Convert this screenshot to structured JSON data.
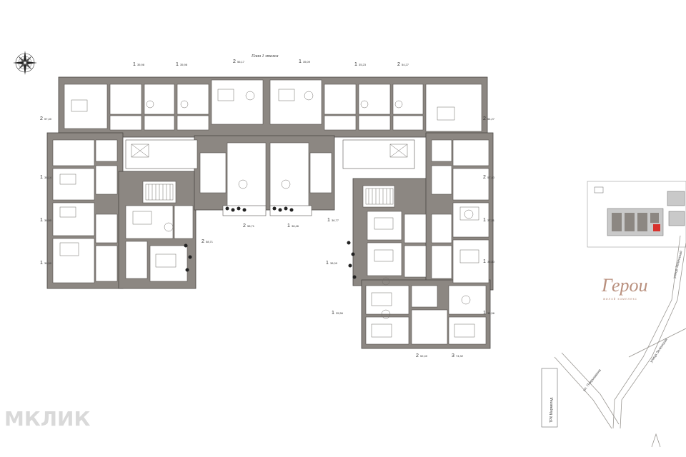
{
  "plan_title": "План 1 этажа",
  "logo": {
    "name": "Герои",
    "subtitle": "жилой комплекс"
  },
  "streets": [
    "ул. Покрышкина",
    "улица Зеленская",
    "улица Зеленская"
  ],
  "mall_label": "ТРК Мармелад",
  "watermark": "МКЛИК",
  "accent_color": "#d8322d",
  "logo_color": "#b9907e",
  "apartment_types": [
    {
      "rooms": "1",
      "area": "35,98"
    },
    {
      "rooms": "2",
      "area": "57,40"
    },
    {
      "rooms": "1",
      "area": "38,14"
    },
    {
      "rooms": "1",
      "area": "36,50"
    },
    {
      "rooms": "1",
      "area": "36,50"
    },
    {
      "rooms": "1",
      "area": "35,98"
    },
    {
      "rooms": "2",
      "area": "56,17"
    },
    {
      "rooms": "1",
      "area": "35,09"
    },
    {
      "rooms": "1",
      "area": "35,23"
    },
    {
      "rooms": "2",
      "area": "54,27"
    },
    {
      "rooms": "2",
      "area": "54,27"
    },
    {
      "rooms": "2",
      "area": "57,40"
    },
    {
      "rooms": "1",
      "area": "37,31"
    },
    {
      "rooms": "1",
      "area": "35,80"
    },
    {
      "rooms": "2",
      "area": "58,71"
    },
    {
      "rooms": "1",
      "area": "38,46"
    },
    {
      "rooms": "2",
      "area": "58,71"
    },
    {
      "rooms": "1",
      "area": "36,77"
    },
    {
      "rooms": "1",
      "area": "38,09"
    },
    {
      "rooms": "1",
      "area": "35,56"
    },
    {
      "rooms": "1",
      "area": "35,56"
    },
    {
      "rooms": "2",
      "area": "52,40"
    },
    {
      "rooms": "3",
      "area": "74,32"
    }
  ]
}
